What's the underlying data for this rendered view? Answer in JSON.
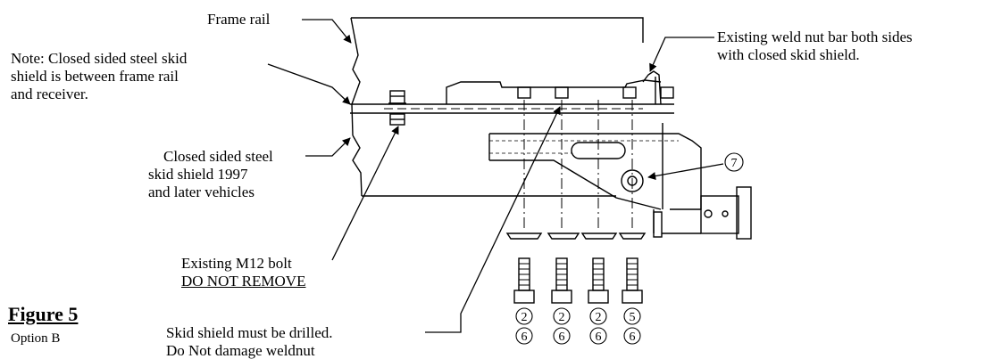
{
  "figure": {
    "title": "Figure 5",
    "subtitle": "Option B"
  },
  "labels": {
    "frame_rail": "Frame rail",
    "note_line1": "Note:  Closed sided steel skid",
    "note_line2": "shield is between frame rail",
    "note_line3": "and receiver.",
    "closed_line1": "Closed sided steel",
    "closed_line2": "skid shield 1997",
    "closed_line3": "and later vehicles",
    "weld_line1": "Existing weld nut bar both sides",
    "weld_line2": "with closed skid shield.",
    "bolt_line1": "Existing M12 bolt",
    "bolt_line2": "DO NOT REMOVE",
    "drill_line1": "Skid shield must be drilled.",
    "drill_line2": "Do Not damage weldnut"
  },
  "callouts": {
    "receiver_part": "7",
    "bolt_columns": [
      {
        "top": "2",
        "bottom": "6"
      },
      {
        "top": "2",
        "bottom": "6"
      },
      {
        "top": "2",
        "bottom": "6"
      },
      {
        "top": "5",
        "bottom": "6"
      }
    ]
  }
}
